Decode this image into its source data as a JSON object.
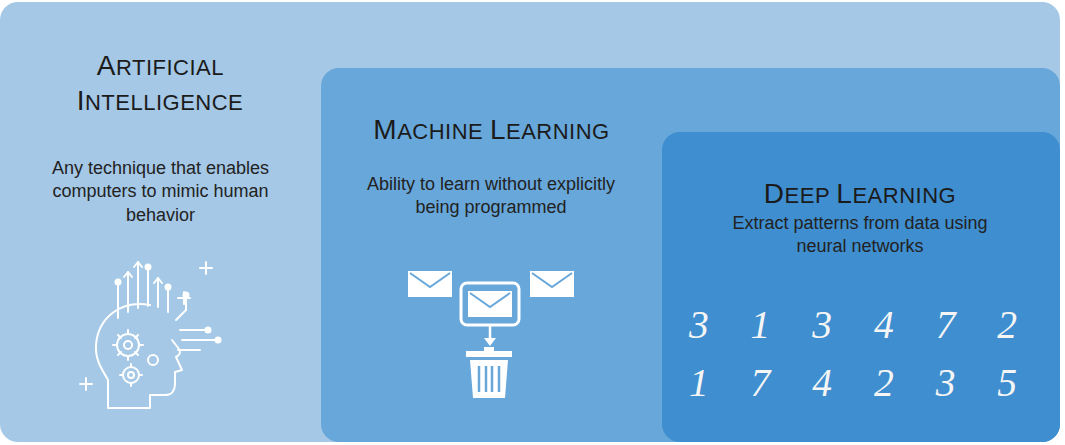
{
  "diagram": {
    "nodes": [
      {
        "text": [
          "ARTIFICIAL INTELLIGENCE",
          "Any technique that enables computers to mimic human behavior"
        ]
      },
      {
        "text": [
          "MACHINE LEARNING",
          "Ability to learn without explicitly being programmed"
        ],
        "in": 0
      },
      {
        "text": [
          "DEEP LEARNING",
          "Extract patterns from data using neural networks"
        ],
        "in": 1
      }
    ],
    "labels": [
      "3 1 3 4 7 2",
      "1 7 4 2 3 5"
    ]
  }
}
